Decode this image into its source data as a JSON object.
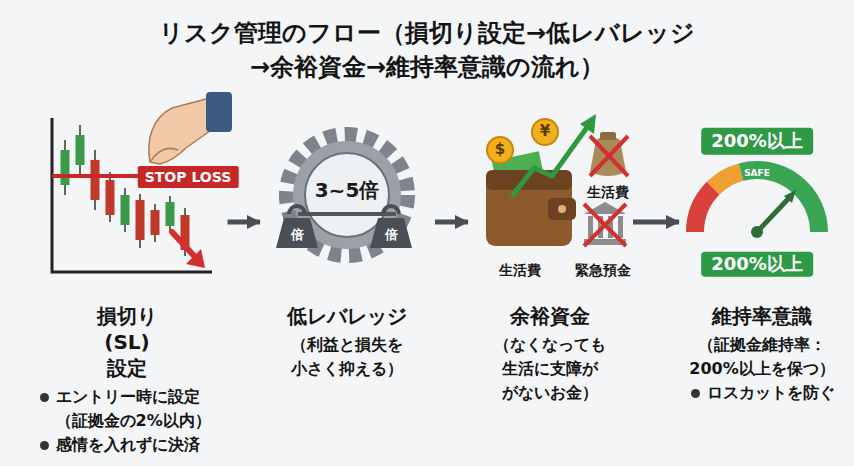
{
  "diagram": {
    "title": "リスク管理のフロー（損切り設定→低レバレッジ →余裕資金→維持率意識の流れ）",
    "nodes": [
      {
        "text": [
          "損切り (SL) 設定",
          "エントリー時に設定 （証拠金の2%以内）",
          "感情を入れずに決済"
        ]
      },
      {
        "text": [
          "低レバレッジ",
          "（利益と損失を 小さく抑える）"
        ]
      },
      {
        "text": [
          "余裕資金",
          "（なくなっても 生活に支障が がないお金）"
        ]
      },
      {
        "text": [
          "維持率意識",
          "（証拠金維持率： 200%以上を保つ）",
          "ロスカットを防ぐ"
        ]
      }
    ],
    "edges": [
      {
        "from": 0,
        "to": 1,
        "arrow": "to"
      },
      {
        "from": 1,
        "to": 2,
        "arrow": "to"
      },
      {
        "from": 2,
        "to": 3,
        "arrow": "to"
      }
    ],
    "labels": [
      "STOP LOSS",
      "3~5倍",
      "倍",
      "倍",
      "$",
      "¥",
      "生活費",
      "生活費",
      "緊急預金",
      "200%以上",
      "SAFE",
      "200%以上"
    ]
  }
}
